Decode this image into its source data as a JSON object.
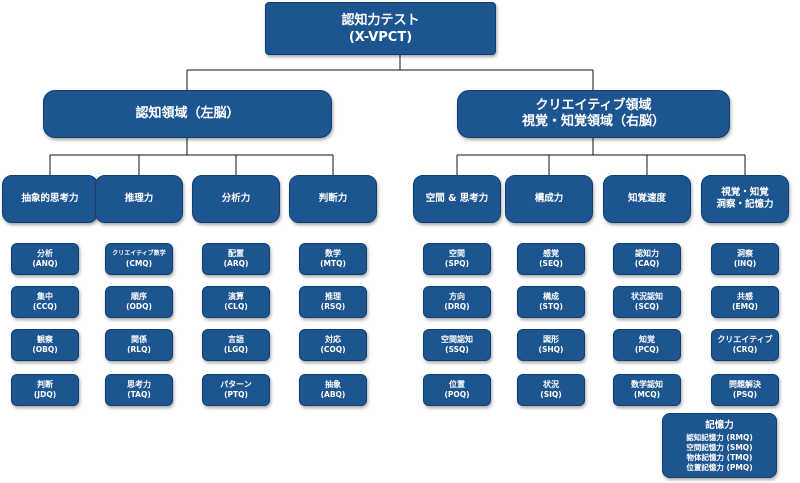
{
  "root": {
    "line1": "認知力テスト",
    "line2": "(X-VPCT)"
  },
  "left_domain": {
    "line1": "認知領域（左脳）"
  },
  "right_domain": {
    "line1": "クリエイティブ領域",
    "line2": "視覚・知覚領域（右脳）"
  },
  "categories": [
    {
      "label1": "抽象的思考力",
      "items": [
        {
          "name": "分析",
          "code": "(ANQ)"
        },
        {
          "name": "集中",
          "code": "(CCQ)"
        },
        {
          "name": "観察",
          "code": "(OBQ)"
        },
        {
          "name": "判断",
          "code": "(JDQ)"
        }
      ]
    },
    {
      "label1": "推理力",
      "items": [
        {
          "name": "クリエイティブ数学",
          "code": "(CMQ)"
        },
        {
          "name": "順序",
          "code": "(ODQ)"
        },
        {
          "name": "関係",
          "code": "(RLQ)"
        },
        {
          "name": "思考力",
          "code": "(TAQ)"
        }
      ]
    },
    {
      "label1": "分析力",
      "items": [
        {
          "name": "配置",
          "code": "(ARQ)"
        },
        {
          "name": "演算",
          "code": "(CLQ)"
        },
        {
          "name": "言語",
          "code": "(LGQ)"
        },
        {
          "name": "パターン",
          "code": "(PTQ)"
        }
      ]
    },
    {
      "label1": "判断力",
      "items": [
        {
          "name": "数学",
          "code": "(MTQ)"
        },
        {
          "name": "推理",
          "code": "(RSQ)"
        },
        {
          "name": "対応",
          "code": "(COQ)"
        },
        {
          "name": "抽象",
          "code": "(ABQ)"
        }
      ]
    },
    {
      "label1": "空間 & 思考力",
      "items": [
        {
          "name": "空間",
          "code": "(SPQ)"
        },
        {
          "name": "方向",
          "code": "(DRQ)"
        },
        {
          "name": "空間認知",
          "code": "(SSQ)"
        },
        {
          "name": "位置",
          "code": "(POQ)"
        }
      ]
    },
    {
      "label1": "構成力",
      "items": [
        {
          "name": "感覚",
          "code": "(SEQ)"
        },
        {
          "name": "構成",
          "code": "(STQ)"
        },
        {
          "name": "図形",
          "code": "(SHQ)"
        },
        {
          "name": "状況",
          "code": "(SIQ)"
        }
      ]
    },
    {
      "label1": "知覚速度",
      "items": [
        {
          "name": "認知力",
          "code": "(CAQ)"
        },
        {
          "name": "状況認知",
          "code": "(SCQ)"
        },
        {
          "name": "知覚",
          "code": "(PCQ)"
        },
        {
          "name": "数学認知",
          "code": "(MCQ)"
        }
      ]
    },
    {
      "label1": "視覚・知覚",
      "label2": "洞察・記憶力",
      "items": [
        {
          "name": "洞察",
          "code": "(INQ)"
        },
        {
          "name": "共感",
          "code": "(EMQ)"
        },
        {
          "name": "クリエイティブ",
          "code": "(CRQ)"
        },
        {
          "name": "問題解決",
          "code": "(PSQ)"
        }
      ]
    }
  ],
  "memory": {
    "title": "記憶力",
    "rows": [
      "認知記憶力 (RMQ)",
      "空間記憶力 (SMQ)",
      "物体記憶力 (TMQ)",
      "位置記憶力 (PMQ)"
    ]
  }
}
